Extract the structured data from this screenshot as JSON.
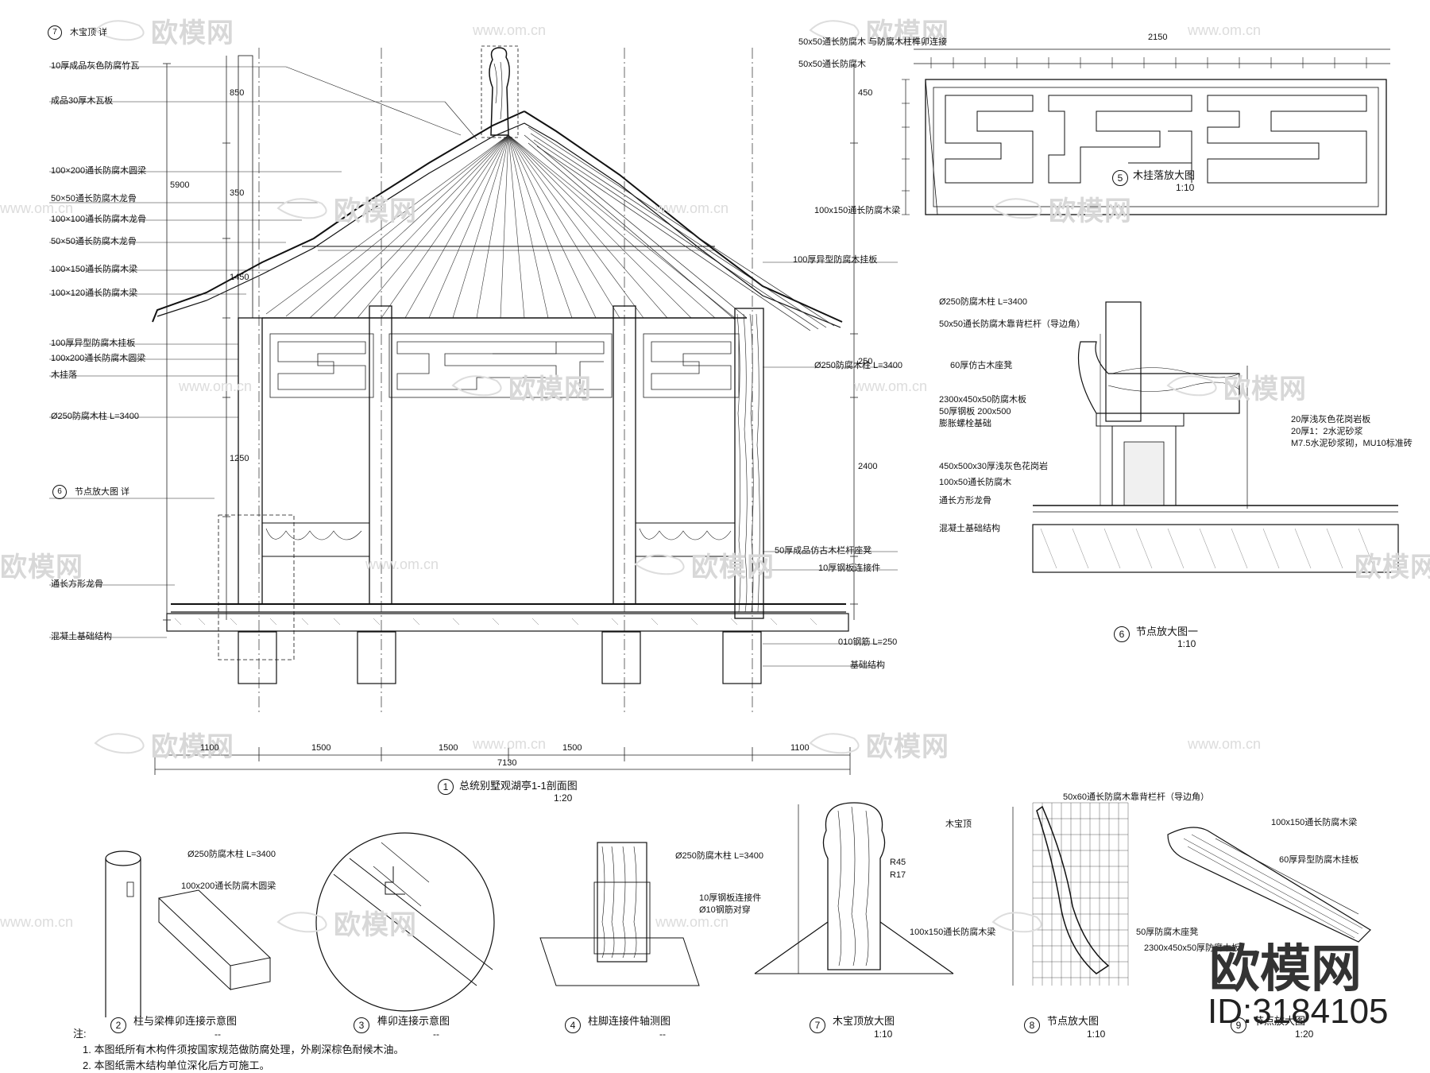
{
  "watermark": {
    "text": "欧模网",
    "url": "www.om.cn"
  },
  "brand": {
    "name": "欧模网",
    "id": "ID:3184105"
  },
  "sections": [
    {
      "num": "1",
      "title": "总统别墅观湖亭1-1剖面图",
      "scale": "1:20"
    },
    {
      "num": "2",
      "title": "柱与梁榫卯连接示意图",
      "scale": "--"
    },
    {
      "num": "3",
      "title": "榫卯连接示意图",
      "scale": "--"
    },
    {
      "num": "4",
      "title": "柱脚连接件轴测图",
      "scale": "--"
    },
    {
      "num": "5",
      "title": "木挂落放大图",
      "scale": "1:10"
    },
    {
      "num": "6",
      "title": "节点放大图一",
      "scale": "1:10"
    },
    {
      "num": "7",
      "title": "木宝顶放大图",
      "scale": "1:10"
    },
    {
      "num": "8",
      "title": "节点放大图",
      "scale": "1:10"
    },
    {
      "num": "9",
      "title": "节点放大图",
      "scale": "1:20"
    }
  ],
  "section1_labels": [
    "木宝顶 详",
    "10厚成品灰色防腐竹瓦",
    "成品30厚木瓦板",
    "100×200通长防腐木圆梁",
    "50×50通长防腐木龙骨",
    "100×100通长防腐木龙骨",
    "50×50通长防腐木龙骨",
    "100×150通长防腐木梁",
    "100×120通长防腐木梁",
    "100厚异型防腐木挂板",
    "100x200通长防腐木圆梁",
    "木挂落",
    "Ø250防腐木柱 L=3400",
    "节点放大图 详",
    "通长方形龙骨",
    "混凝土基础结构"
  ],
  "section1_right_labels": [
    "100厚异型防腐木挂板",
    "Ø250防腐木柱 L=3400",
    "50厚成品仿古木栏杆座凳",
    "10厚钢板连接件",
    "010钢筋 L=250",
    "基础结构"
  ],
  "section1_dims": [
    "1100",
    "1500",
    "1500",
    "1500",
    "1100",
    "7130"
  ],
  "section1_vdims": [
    "5900",
    "850",
    "350",
    "1450",
    "1250",
    "2400",
    "450",
    "250"
  ],
  "section5_labels": [
    "50x50通长防腐木 与防腐木柱榫卯连接",
    "50x50通长防腐木",
    "100x150通长防腐木梁"
  ],
  "section5_dims": [
    "2150"
  ],
  "section6_labels": [
    "Ø250防腐木柱 L=3400",
    "50x50通长防腐木靠背栏杆（导边角）",
    "60厚仿古木座凳",
    "2300x450x50防腐木板",
    "50厚钢板 200x500",
    "膨胀螺栓基础",
    "20厚浅灰色花岗岩板",
    "20厚1：2水泥砂浆",
    "M7.5水泥砂浆砌，MU10标准砖",
    "450x500x30厚浅灰色花岗岩",
    "100x50通长防腐木",
    "通长方形龙骨",
    "混凝土基础结构"
  ],
  "section7_labels": [
    "木宝顶",
    "R45",
    "R17",
    "100x150通长防腐木梁"
  ],
  "section8_labels": [
    "50x60通长防腐木靠背栏杆（导边角）",
    "50厚防腐木座凳",
    "2300x450x50厚防腐木板"
  ],
  "section9_labels": [
    "100x150通长防腐木梁",
    "60厚异型防腐木挂板"
  ],
  "section2_labels": [
    "Ø250防腐木柱 L=3400",
    "100x200通长防腐木圆梁"
  ],
  "section4_labels": [
    "Ø250防腐木柱 L=3400",
    "10厚钢板连接件",
    "Ø10钢筋对穿"
  ],
  "notes": {
    "heading": "注:",
    "items": [
      "1. 本图纸所有木构件须按国家规范做防腐处理，外刷深棕色耐候木油。",
      "2. 本图纸需木结构单位深化后方可施工。"
    ]
  }
}
